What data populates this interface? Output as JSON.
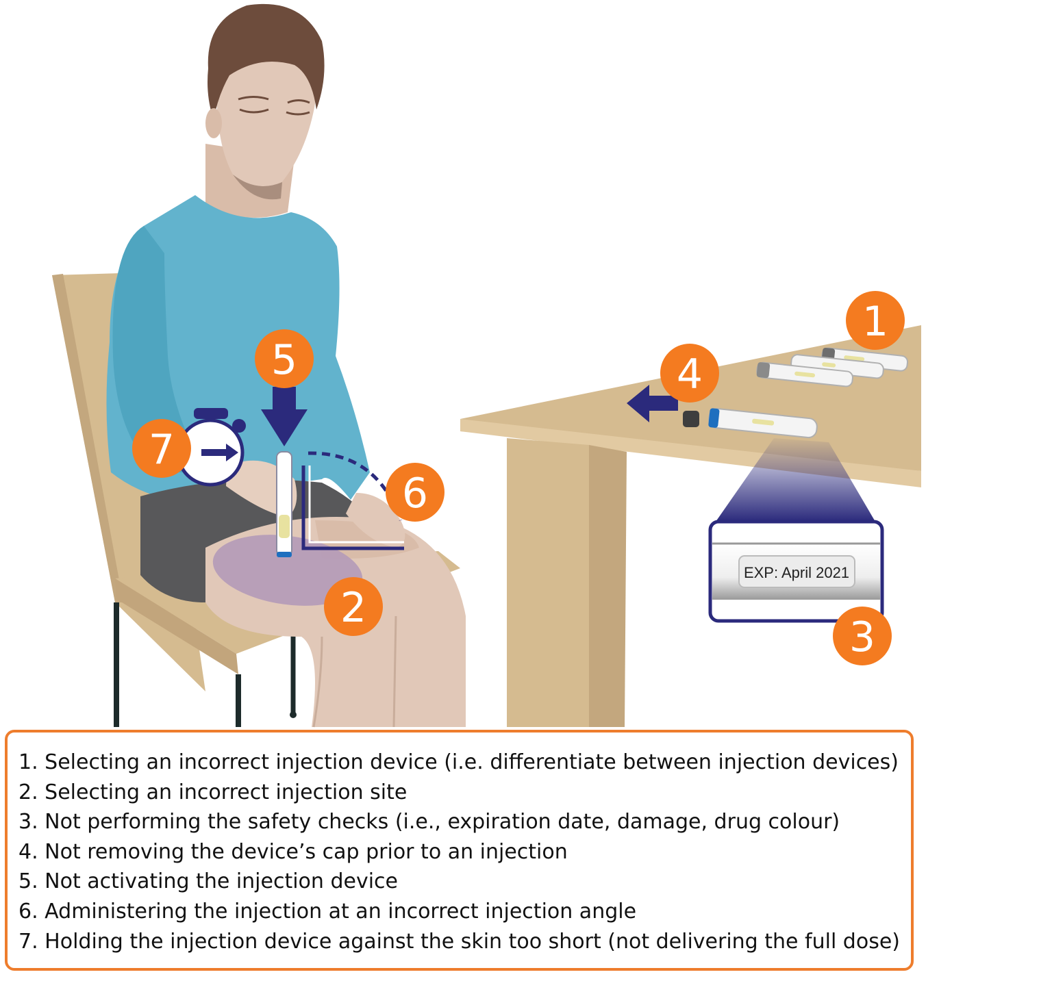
{
  "colors": {
    "badge": "#f47b20",
    "arrow": "#2b2a7c",
    "shirt": "#62b3cd",
    "skin": "#e1c8b8",
    "hair": "#6d4c3c",
    "shorts": "#58585a",
    "wood": "#d5bb90",
    "site_highlight": "#b49ab8"
  },
  "badges": [
    {
      "number": "1",
      "refers_to": "injection devices on table"
    },
    {
      "number": "2",
      "refers_to": "injection site on thigh"
    },
    {
      "number": "3",
      "refers_to": "expiration label magnifier"
    },
    {
      "number": "4",
      "refers_to": "device cap removal"
    },
    {
      "number": "5",
      "refers_to": "device activation push"
    },
    {
      "number": "6",
      "refers_to": "injection angle"
    },
    {
      "number": "7",
      "refers_to": "hold duration timer"
    }
  ],
  "exp_label": "EXP: April 2021",
  "icons": [
    "stopwatch-icon",
    "arrow-down-icon",
    "arrow-left-icon",
    "right-angle-icon"
  ],
  "legend": {
    "items": [
      "1. Selecting an incorrect injection device (i.e. differentiate between injection devices)",
      "2. Selecting an incorrect injection site",
      "3. Not performing the safety checks (i.e., expiration date, damage, drug colour)",
      "4. Not removing the device’s cap prior to an injection",
      "5. Not activating the injection device",
      "6. Administering the injection at an incorrect injection angle",
      "7. Holding the injection device against the skin too short (not delivering the full dose)"
    ]
  }
}
